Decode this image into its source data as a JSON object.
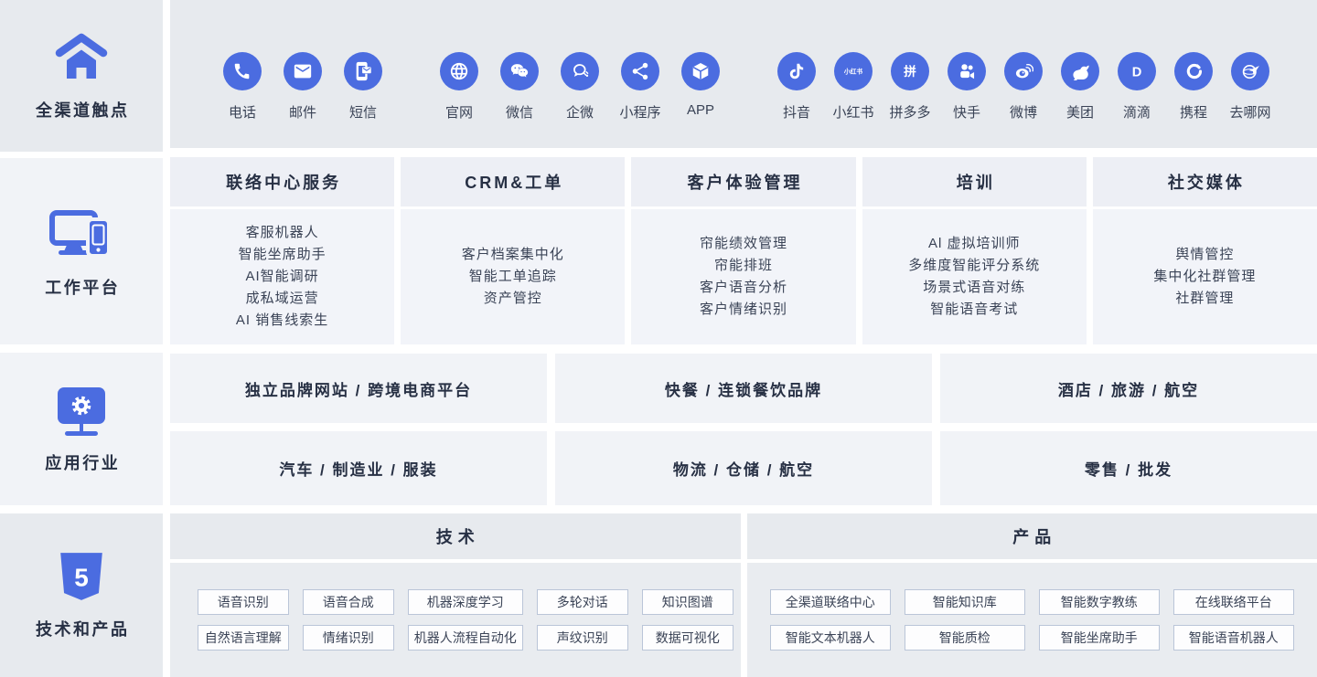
{
  "colors": {
    "accent": "#4b6ce0",
    "gray_panel": "#e7eaee",
    "gray_panel2": "#e9ecf0",
    "header_band": "#edeff5",
    "body_panel": "#f2f4f9",
    "light_cell": "#f1f3f7",
    "chip_border": "#bac5d8",
    "text_dark": "#273044",
    "text_body": "#3a4356"
  },
  "sidebar": {
    "rows": [
      {
        "label": "全渠道触点",
        "icon": "home-icon"
      },
      {
        "label": "工作平台",
        "icon": "devices-icon"
      },
      {
        "label": "应用行业",
        "icon": "industry-icon"
      },
      {
        "label": "技术和产品",
        "icon": "html5-icon"
      }
    ]
  },
  "channels": {
    "groups": [
      {
        "items": [
          {
            "label": "电话",
            "icon": "phone-icon"
          },
          {
            "label": "邮件",
            "icon": "mail-icon"
          },
          {
            "label": "短信",
            "icon": "sms-icon"
          }
        ]
      },
      {
        "items": [
          {
            "label": "官网",
            "icon": "globe-icon"
          },
          {
            "label": "微信",
            "icon": "wechat-icon"
          },
          {
            "label": "企微",
            "icon": "wecom-icon"
          },
          {
            "label": "小程序",
            "icon": "miniprogram-icon"
          },
          {
            "label": "APP",
            "icon": "app-cube-icon"
          }
        ]
      },
      {
        "items": [
          {
            "label": "抖音",
            "icon": "douyin-icon"
          },
          {
            "label": "小红书",
            "icon": "xiaohongshu-icon"
          },
          {
            "label": "拼多多",
            "icon": "pinduoduo-icon"
          },
          {
            "label": "快手",
            "icon": "kuaishou-icon"
          },
          {
            "label": "微博",
            "icon": "weibo-icon"
          },
          {
            "label": "美团",
            "icon": "meituan-icon"
          },
          {
            "label": "滴滴",
            "icon": "didi-icon"
          },
          {
            "label": "携程",
            "icon": "ctrip-icon"
          },
          {
            "label": "去哪网",
            "icon": "qunar-icon"
          }
        ]
      }
    ]
  },
  "platform": {
    "columns": [
      {
        "header": "联络中心服务",
        "items": [
          "客服机器人",
          "智能坐席助手",
          "AI智能调研",
          "成私域运营",
          "AI 销售线索生"
        ]
      },
      {
        "header": "CRM&工单",
        "items": [
          "客户档案集中化",
          "智能工单追踪",
          "资产管控"
        ]
      },
      {
        "header": "客户体验管理",
        "items": [
          "帘能绩效管理",
          "帘能排班",
          "客户语音分析",
          "客户情绪识别"
        ]
      },
      {
        "header": "培训",
        "items": [
          "Al 虚拟培训师",
          "多维度智能评分系统",
          "场景式语音对练",
          "智能语音考试"
        ]
      },
      {
        "header": "社交媒体",
        "items": [
          "舆情管控",
          "集中化社群管理",
          "社群管理"
        ]
      }
    ]
  },
  "industries": {
    "rows": [
      [
        "独立品牌网站 / 跨境电商平台",
        "快餐 / 连锁餐饮品牌",
        "酒店 / 旅游 / 航空"
      ],
      [
        "汽车 / 制造业 / 服装",
        "物流 / 仓储 / 航空",
        "零售 / 批发"
      ]
    ]
  },
  "tech_products": {
    "panels": [
      {
        "header": "技术",
        "kind": "tech",
        "rows": [
          [
            "语音识别",
            "语音合成",
            "机器深度学习",
            "多轮对话",
            "知识图谱"
          ],
          [
            "自然语言理解",
            "情绪识别",
            "机器人流程自动化",
            "声纹识别",
            "数据可视化"
          ]
        ]
      },
      {
        "header": "产品",
        "kind": "prod",
        "rows": [
          [
            "全渠道联络中心",
            "智能知识库",
            "智能数字教练",
            "在线联络平台"
          ],
          [
            "智能文本机器人",
            "智能质检",
            "智能坐席助手",
            "智能语音机器人"
          ]
        ]
      }
    ]
  }
}
